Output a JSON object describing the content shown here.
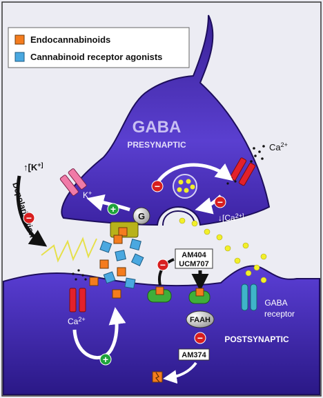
{
  "legend": {
    "items": [
      {
        "label": "Endocannabinoids",
        "color": "#f47c1e"
      },
      {
        "label": "Cannabinoid receptor agonists",
        "color": "#4aa8e0"
      }
    ]
  },
  "presynaptic": {
    "title": "GABA",
    "subtitle": "PRESYNAPTIC"
  },
  "postsynaptic": {
    "label": "POSTSYNAPTIC",
    "receptor_line1": "GABA",
    "receptor_line2": "receptor"
  },
  "ions": {
    "ca_top": "Ca",
    "ca_top_sup": "2+",
    "ca_in": "↓[Ca",
    "ca_in_sup": "2+]",
    "k_up": "↑[K",
    "k_up_sup": "+]",
    "k_plus": "K",
    "k_plus_sup": "+",
    "ca_post": "Ca",
    "ca_post_sup": "2+"
  },
  "labels": {
    "depolarisation": "Depolarisation",
    "g_protein": "G",
    "faah": "FAAH"
  },
  "inhibitors": {
    "am404": "AM404",
    "ucm707": "UCM707",
    "am374": "AM374"
  },
  "signs": {
    "minus": "−",
    "plus": "+"
  },
  "colors": {
    "neuron": "#4b2fb3",
    "neuron_dark": "#2a1680",
    "background": "#ececf3",
    "endocannabinoid": "#f47c1e",
    "agonist": "#4aa8e0",
    "inhibit": "#d81e1e",
    "activate": "#1fa33b",
    "vesicle": "#f2ef2a",
    "channel_red": "#e3212b",
    "channel_pink": "#f07aa7",
    "receptor_green": "#3fae3a",
    "receptor_cyan": "#3fb4c9"
  }
}
